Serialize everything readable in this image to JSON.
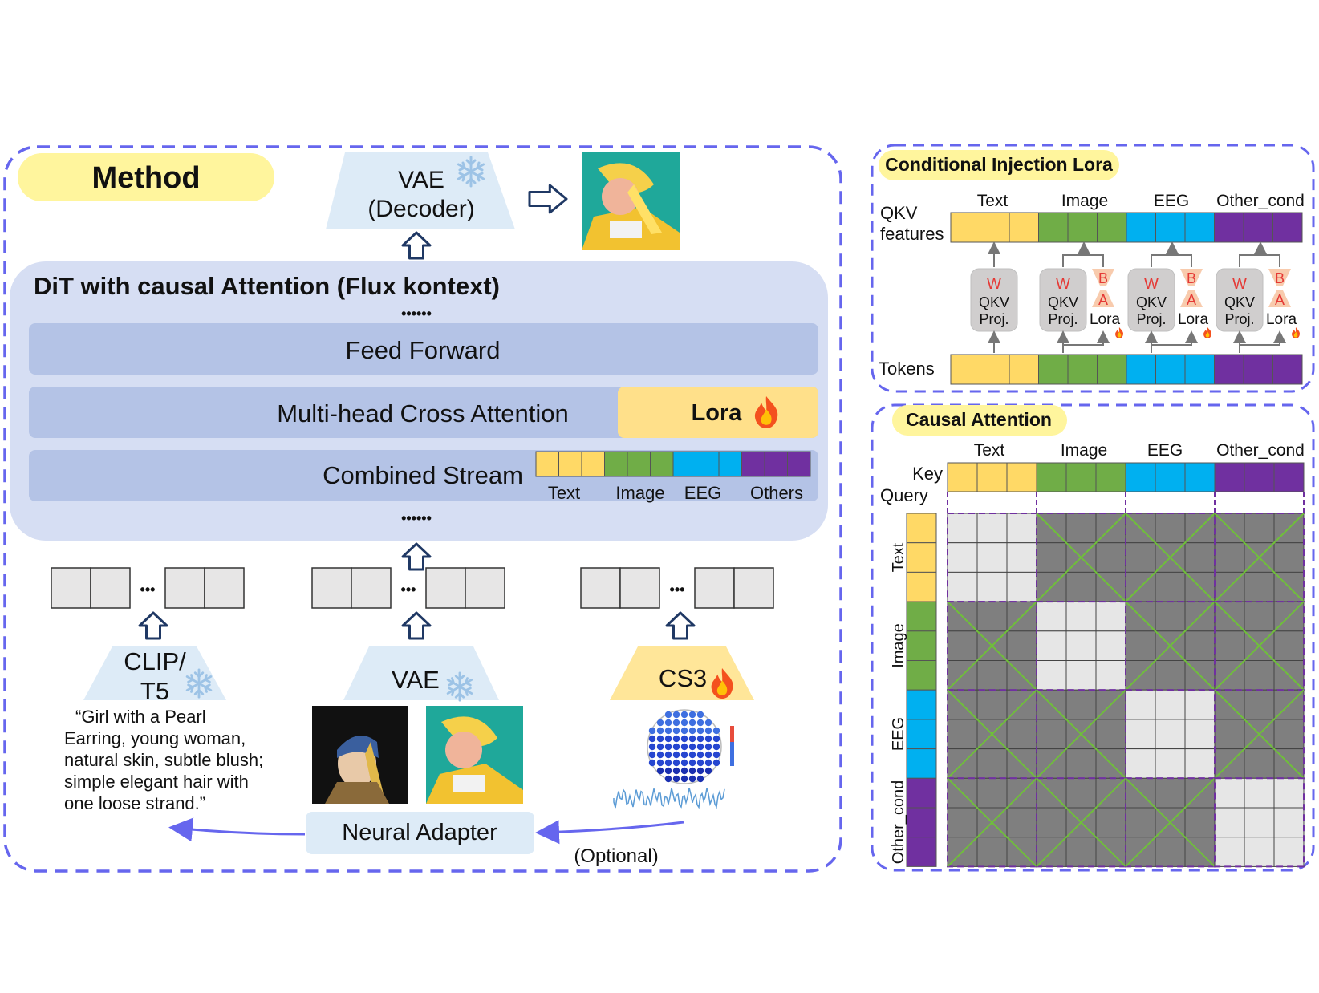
{
  "method_panel": {
    "title": "Method",
    "vae_decoder_line1": "VAE",
    "vae_decoder_line2": "(Decoder)",
    "dit_title": "DiT with causal Attention  (Flux kontext)",
    "dots": "••••••",
    "feed_forward": "Feed Forward",
    "cross_attention": "Multi-head Cross Attention",
    "lora": "Lora",
    "combined_stream": "Combined Stream",
    "stream_labels": [
      "Text",
      "Image",
      "EEG",
      "Others"
    ],
    "clip_line1": "CLIP/",
    "clip_line2": "T5",
    "vae_encoder": "VAE",
    "cs3": "CS3",
    "prompt_lines": [
      "“Girl with a Pearl",
      "Earring, young woman,",
      "natural skin, subtle blush;",
      "simple elegant hair with",
      "one loose strand.”"
    ],
    "neural_adapter": "Neural Adapter",
    "optional": "(Optional)",
    "ellipsis": "•••"
  },
  "lora_panel": {
    "title": "Conditional Injection Lora",
    "qkv_line1": "QKV",
    "qkv_line2": "features",
    "tokens": "Tokens",
    "groups": [
      "Text",
      "Image",
      "EEG",
      "Other_cond"
    ],
    "proj_w": "W",
    "proj_line1": "QKV",
    "proj_line2": "Proj.",
    "lora_b": "B",
    "lora_a": "A",
    "lora_label": "Lora"
  },
  "causal_panel": {
    "title": "Causal Attention",
    "key": "Key",
    "query": "Query",
    "groups": [
      "Text",
      "Image",
      "EEG",
      "Other_cond"
    ],
    "row_labels": [
      "Text",
      "Image",
      "EEG",
      "Other_cond"
    ],
    "attend_mask": [
      [
        1,
        0,
        0,
        0
      ],
      [
        0,
        1,
        0,
        0
      ],
      [
        0,
        0,
        1,
        0
      ],
      [
        0,
        0,
        0,
        1
      ]
    ]
  },
  "colors": {
    "text_group": "#FFD966",
    "image_group": "#70AD47",
    "eeg_group": "#00B0F0",
    "other_group": "#7030A0",
    "dashed_border": "#6666EE",
    "label_highlight": "#FFF59D",
    "dit_bg": "#D6DEF3",
    "layer_bg": "#B4C3E6",
    "lora_bg": "#FFE08A",
    "masked": "#7F7F7F",
    "allowed": "#E6E6E6"
  },
  "icons": [
    "snowflake-icon",
    "flame-icon",
    "hollow-arrow-icon",
    "eeg-topomap-icon"
  ]
}
